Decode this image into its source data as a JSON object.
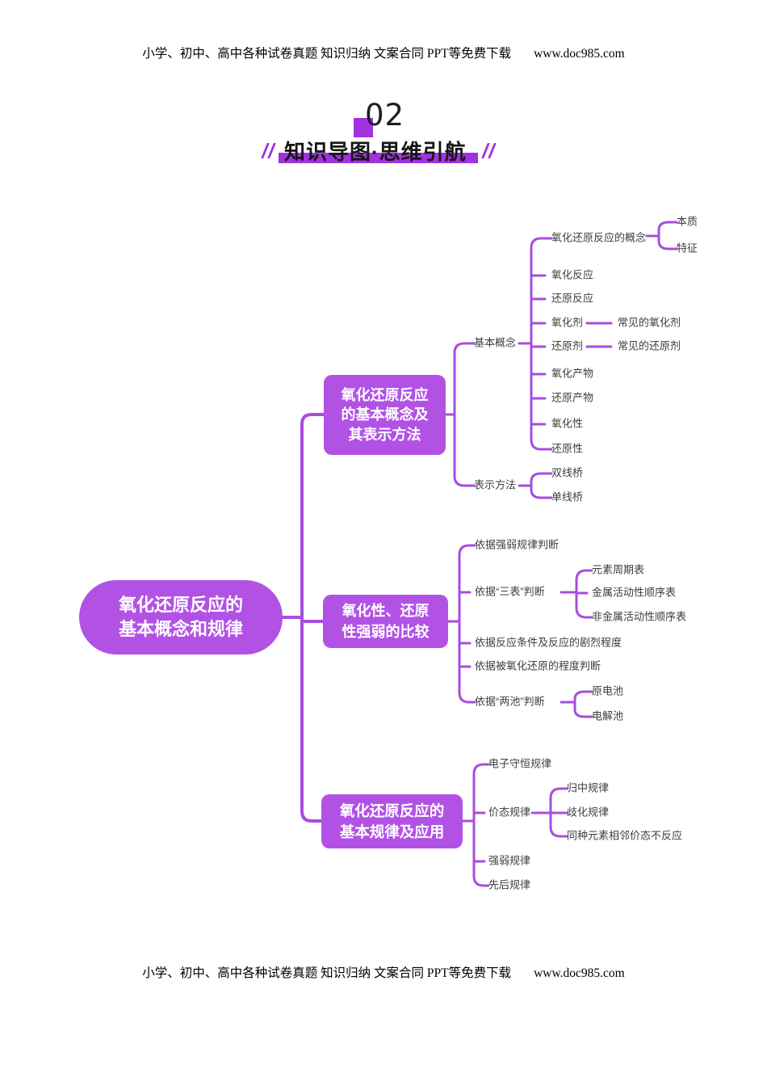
{
  "header": {
    "text": "小学、初中、高中各种试卷真题  知识归纳  文案合同  PPT等免费下载",
    "url": "www.doc985.com"
  },
  "section": {
    "number": "02",
    "headline": "知识导图·思维引航"
  },
  "colors": {
    "accent": "#A232E0",
    "node_fill": "#B152E5",
    "connector": "#A74DE0",
    "headline_text": "#161616",
    "leaf_text": "#3D3D3D"
  },
  "map": {
    "root": {
      "label": "氧化还原反应的\n基本概念和规律"
    },
    "branch1": {
      "label": "氧化还原反应\n的基本概念及\n其表示方法",
      "concepts_label": "基本概念",
      "concepts": [
        "氧化还原反应的概念",
        "氧化反应",
        "还原反应",
        "氧化剂",
        "还原剂",
        "氧化产物",
        "还原产物",
        "氧化性",
        "还原性"
      ],
      "concept_detail": [
        "本质",
        "特征"
      ],
      "common_oxidants": "常见的氧化剂",
      "common_reductants": "常见的还原剂",
      "representation_label": "表示方法",
      "representations": [
        "双线桥",
        "单线桥"
      ]
    },
    "branch2": {
      "label": "氧化性、还原\n性强弱的比较",
      "items": [
        "依据强弱规律判断",
        "依据“三表”判断",
        "依据反应条件及反应的剧烈程度",
        "依据被氧化还原的程度判断",
        "依据“两池”判断"
      ],
      "three_tables": [
        "元素周期表",
        "金属活动性顺序表",
        "非金属活动性顺序表"
      ],
      "two_cells": [
        "原电池",
        "电解池"
      ]
    },
    "branch3": {
      "label": "氧化还原反应的\n基本规律及应用",
      "items": [
        "电子守恒规律",
        "价态规律",
        "强弱规律",
        "先后规律"
      ],
      "valence_rules": [
        "归中规律",
        "歧化规律",
        "同种元素相邻价态不反应"
      ]
    }
  },
  "footer": {
    "text": "小学、初中、高中各种试卷真题  知识归纳  文案合同  PPT等免费下载",
    "url": "www.doc985.com"
  }
}
